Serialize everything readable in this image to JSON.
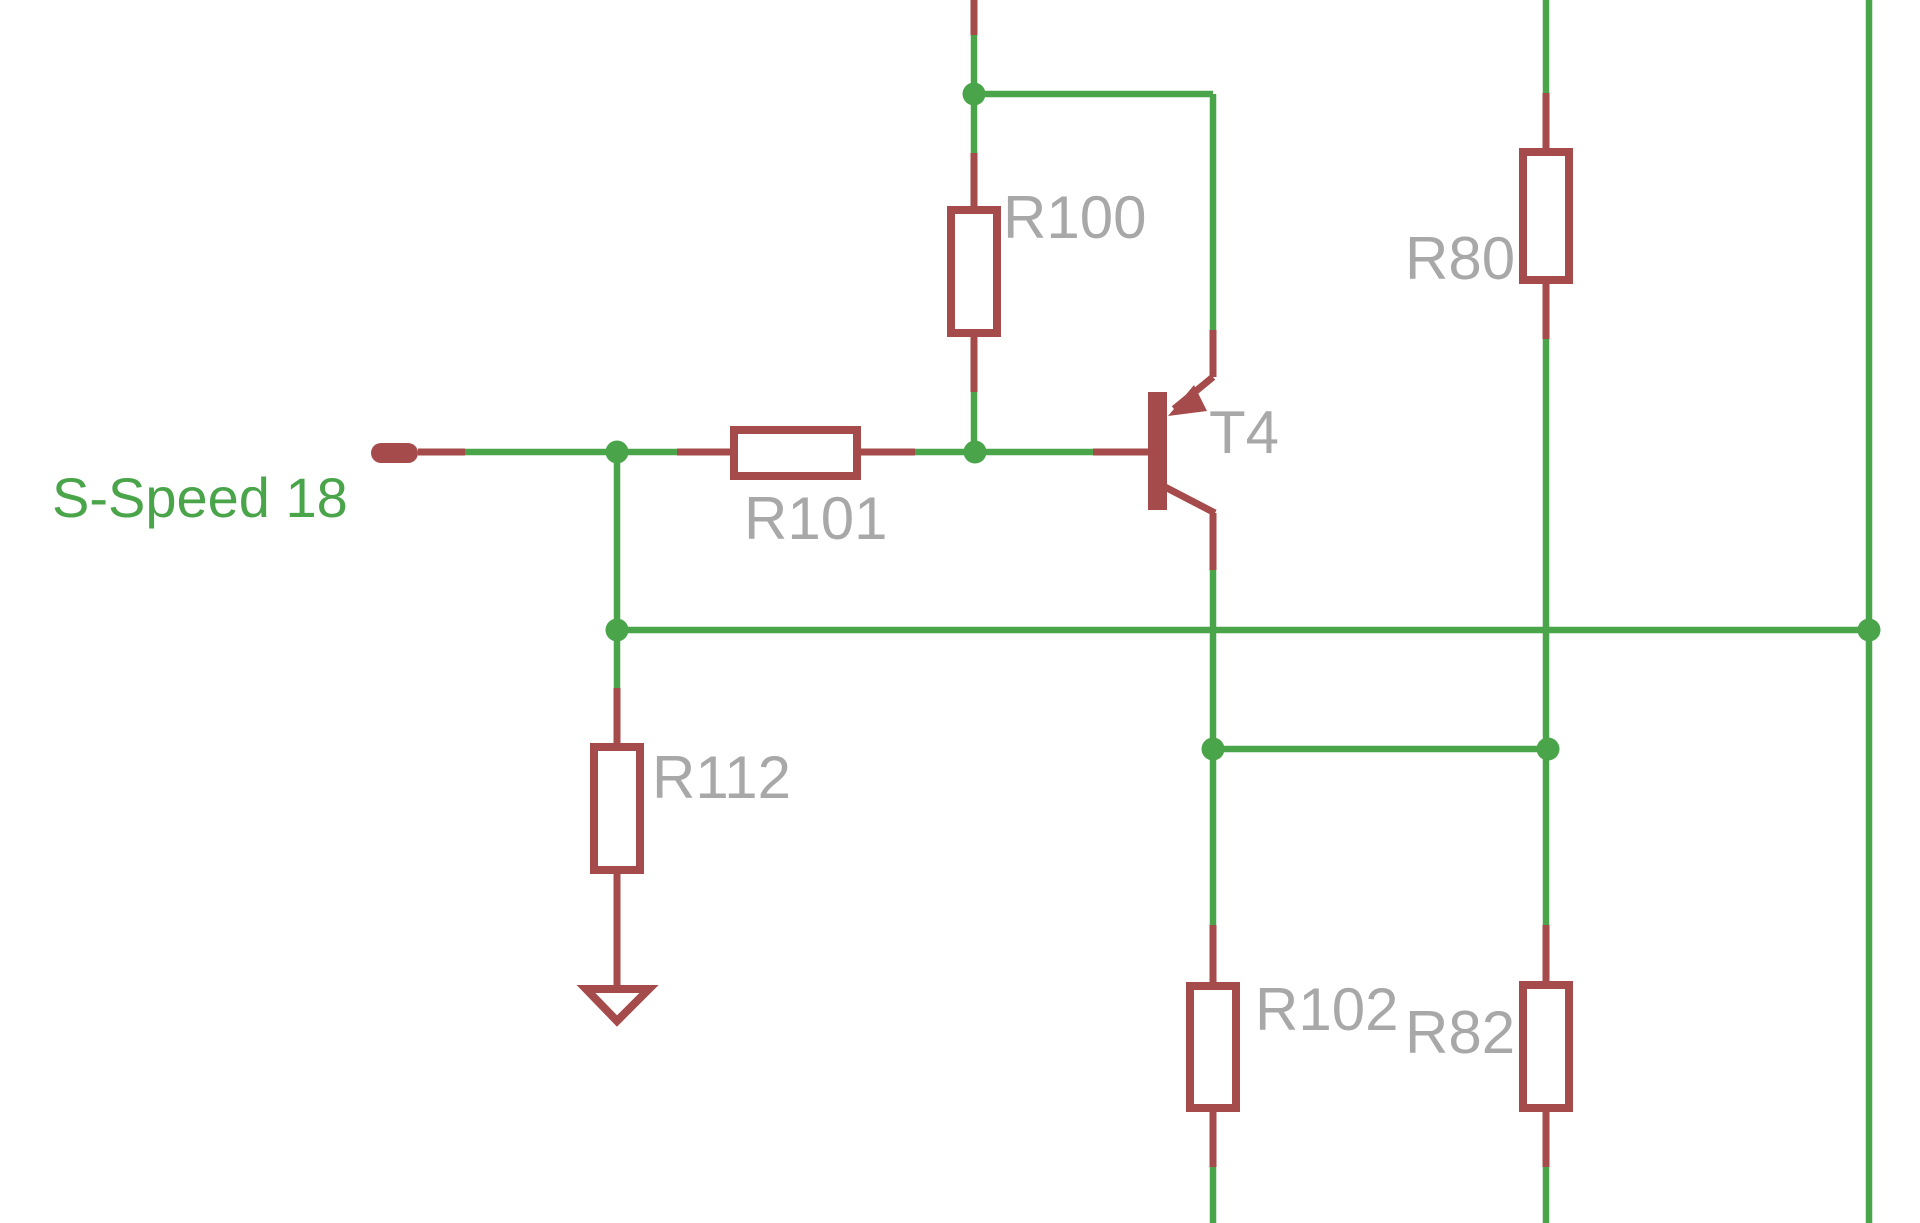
{
  "colors": {
    "background": "#ffffff",
    "net": "#4aa54a",
    "part": "#a54b4b",
    "label": "#a8a8a8"
  },
  "net_label": {
    "text": "S-Speed 18"
  },
  "components": {
    "r100": {
      "ref": "R100",
      "type": "resistor"
    },
    "r101": {
      "ref": "R101",
      "type": "resistor"
    },
    "r112": {
      "ref": "R112",
      "type": "resistor"
    },
    "r80": {
      "ref": "R80",
      "type": "resistor"
    },
    "r102": {
      "ref": "R102",
      "type": "resistor"
    },
    "r82": {
      "ref": "R82",
      "type": "resistor"
    },
    "t4": {
      "ref": "T4",
      "type": "pnp-transistor"
    }
  },
  "symbols": {
    "ground": "gnd-triangle-icon",
    "net_stub": "net-stub-pill",
    "junction": "junction-dot"
  }
}
